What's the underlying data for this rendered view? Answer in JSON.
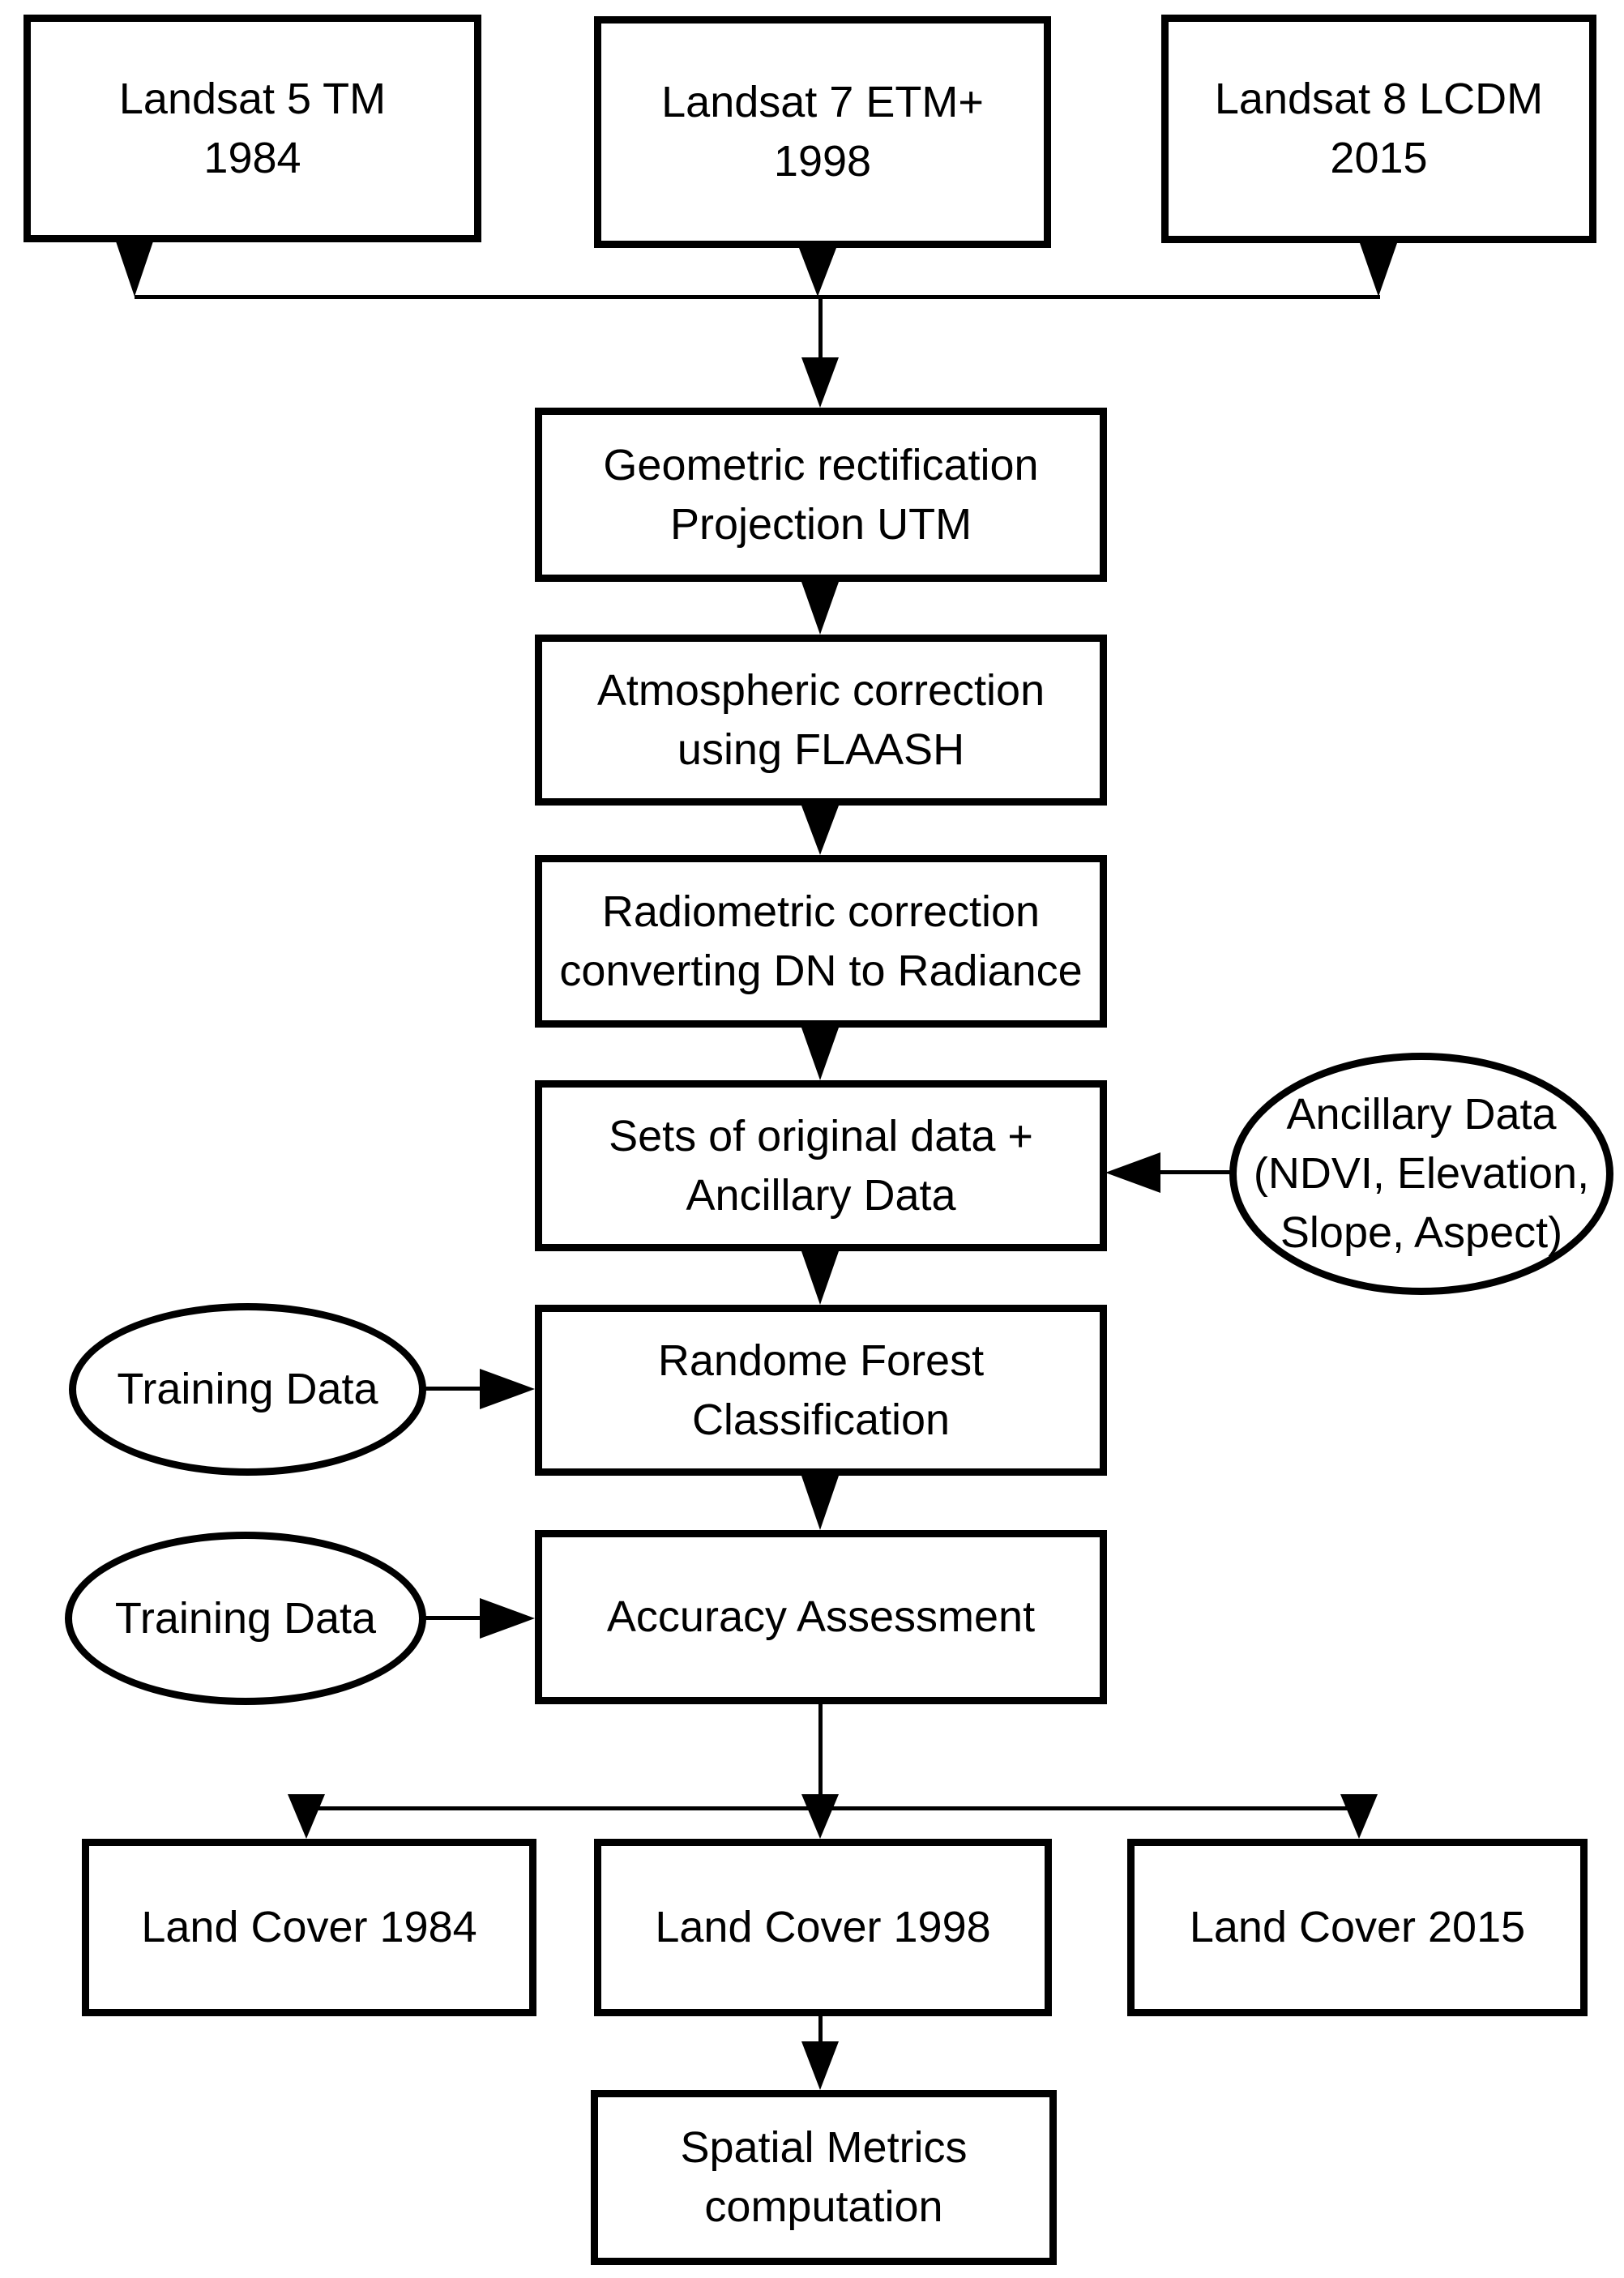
{
  "diagram": {
    "colors": {
      "stroke": "#000000",
      "fill": "#ffffff",
      "background": "#ffffff"
    },
    "nodes": {
      "landsat5": {
        "shape": "rect",
        "label": "Landsat 5 TM\n1984"
      },
      "landsat7": {
        "shape": "rect",
        "label": "Landsat 7 ETM+\n1998"
      },
      "landsat8": {
        "shape": "rect",
        "label": "Landsat 8 LCDM\n2015"
      },
      "geometric": {
        "shape": "rect",
        "label": "Geometric rectification\nProjection UTM"
      },
      "atmospheric": {
        "shape": "rect",
        "label": "Atmospheric correction\nusing FLAASH"
      },
      "radiometric": {
        "shape": "rect",
        "label": "Radiometric correction\nconverting DN to Radiance"
      },
      "sets": {
        "shape": "rect",
        "label": "Sets of original data +\nAncillary Data"
      },
      "ancillary": {
        "shape": "ellipse",
        "label": "Ancillary Data\n(NDVI, Elevation,\nSlope, Aspect)"
      },
      "training1": {
        "shape": "ellipse",
        "label": "Training Data"
      },
      "randomforest": {
        "shape": "rect",
        "label": "Randome Forest\nClassification"
      },
      "training2": {
        "shape": "ellipse",
        "label": "Training Data"
      },
      "accuracy": {
        "shape": "rect",
        "label": "Accuracy Assessment"
      },
      "lc1984": {
        "shape": "rect",
        "label": "Land Cover 1984"
      },
      "lc1998": {
        "shape": "rect",
        "label": "Land Cover 1998"
      },
      "lc2015": {
        "shape": "rect",
        "label": "Land Cover 2015"
      },
      "spatial": {
        "shape": "rect",
        "label": "Spatial Metrics\ncomputation"
      }
    }
  }
}
